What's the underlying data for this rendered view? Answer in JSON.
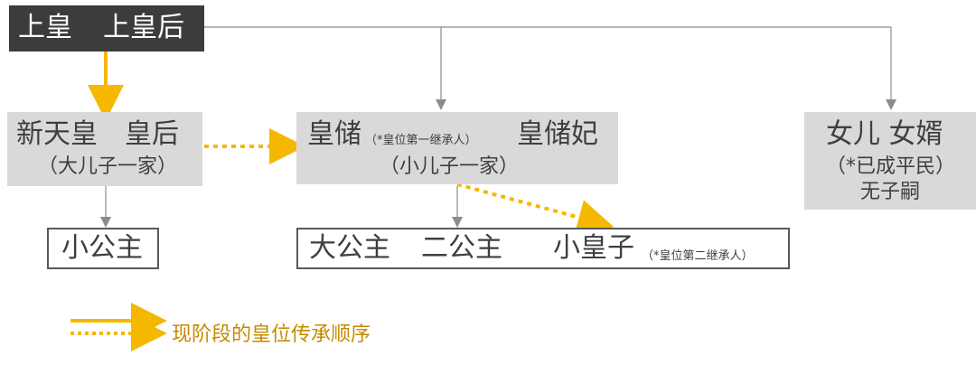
{
  "top": {
    "emperor_emeritus": "上皇",
    "empress_emerita": "上皇后"
  },
  "new_emperor": {
    "names": "新天皇　皇后",
    "family": "（大儿子一家）"
  },
  "crown_prince": {
    "name1": "皇储",
    "note": "（*皇位第一继承人）",
    "name2": "皇储妃",
    "family": "（小儿子一家）"
  },
  "daughter": {
    "names": "女儿  女婿",
    "status": "（*已成平民）",
    "heirs": "无子嗣"
  },
  "little_princess": {
    "name": "小公主"
  },
  "children": {
    "first": "大公主",
    "second": "二公主",
    "prince": "小皇子",
    "note": "（*皇位第二继承人）"
  },
  "legend": {
    "text": "现阶段的皇位传承顺序"
  },
  "colors": {
    "succession": "#f5b800",
    "connector": "#8c8c8c",
    "box_fill": "#d9d9d9",
    "top_fill": "#3c3c3c"
  }
}
